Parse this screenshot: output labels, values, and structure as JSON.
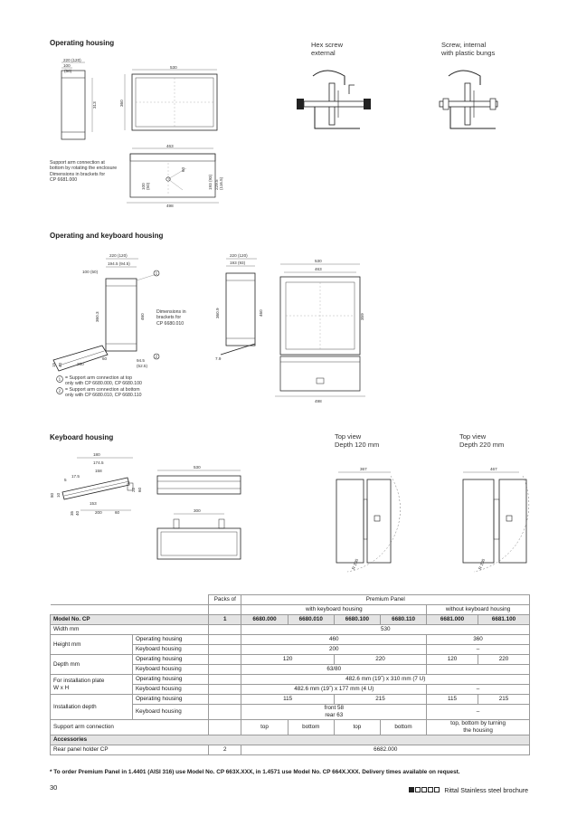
{
  "sections": {
    "operating": {
      "title": "Operating housing",
      "hex_label": "Hex screw\nexternal",
      "internal_label": "Screw, internal\nwith plastic bungs",
      "dims": {
        "d220": "220 (120)",
        "d100": "100\n(50)",
        "d313": "313",
        "d530": "530",
        "d360": "360",
        "d463": "463",
        "d498": "498",
        "d60": "60",
        "d100v": "100\n(50)",
        "d193": "193 (93)",
        "d229": "229.5\n(116.5)"
      },
      "note": "Support arm connection at\nbottom by rotating the enclosure\nDimensions in brackets for\nCP 6681.000"
    },
    "opkb": {
      "title": "Operating and keyboard housing",
      "dims": {
        "d220": "220 (120)",
        "d1945": "194.5 (94.5)",
        "d100": "100 (50)",
        "d3603": "360.3",
        "d460": "460",
        "d15": "15",
        "d40": "40",
        "d200": "200",
        "d60": "60",
        "d945": "94.5\n(52.5)",
        "r220": "220 (120)",
        "r193": "193 (93)",
        "r3609": "360.9",
        "r460": "460",
        "r79": "7.9",
        "f530": "530",
        "f463": "463",
        "f359": "359",
        "f498": "498"
      },
      "dim_note": "Dimensions in\nbrackets for\nCP 6680.010",
      "legend1_num": "1",
      "legend2_num": "2",
      "legend1": "= Support arm connection at top\nonly with CP 6680.000, CP 6680.100",
      "legend2": "= Support arm connection at bottom\nonly with CP 6680.010, CP 6680.110"
    },
    "keyboard": {
      "title": "Keyboard housing",
      "top120": "Top view\nDepth 120 mm",
      "top220": "Top view\nDepth 220 mm",
      "dims": {
        "d180": "180",
        "d1745": "174.5",
        "d158": "158",
        "d175": "17.5",
        "d5": "5",
        "d80": "80",
        "d10": "10",
        "d22": "22",
        "d153": "153",
        "d200": "200",
        "d60": "60",
        "d35": "35",
        "d40": "40",
        "d530": "530",
        "d300": "300",
        "d367": "367",
        "d467": "467",
        "dR1": "R 200",
        "dR2": "R 200"
      }
    }
  },
  "table": {
    "packs_of": "Packs of",
    "premium_panel": "Premium Panel",
    "with_kb": "with keyboard housing",
    "without_kb": "without keyboard housing",
    "model_label": "Model No. CP",
    "model_pack": "1",
    "models": [
      "6680.000",
      "6680.010",
      "6680.100",
      "6680.110",
      "6681.000",
      "6681.100"
    ],
    "width_label": "Width mm",
    "width_val": "530",
    "height_label": "Height mm",
    "op_housing": "Operating housing",
    "kb_housing": "Keyboard housing",
    "height_op": "460",
    "height_op_wo": "360",
    "height_kb": "200",
    "height_kb_wo": "–",
    "depth_label": "Depth mm",
    "depth_op": [
      "120",
      "220",
      "120",
      "220"
    ],
    "depth_kb": "63/80",
    "inst_label": "For installation plate\nW x H",
    "inst_op": "482.6 mm (19˝) x 310 mm (7 U)",
    "inst_kb": "482.6 mm (19˝) x 177 mm (4 U)",
    "inst_kb_wo": "–",
    "instdepth_label": "Installation depth",
    "instdepth_op": [
      "115",
      "215",
      "115",
      "215"
    ],
    "instdepth_kb": "front 58\nrear 63",
    "instdepth_kb_wo": "–",
    "support_label": "Support arm connection",
    "support_vals": [
      "top",
      "bottom",
      "top",
      "bottom"
    ],
    "support_wo": "top, bottom by turning\nthe housing",
    "accessories": "Accessories",
    "rear_label": "Rear panel holder CP",
    "rear_pack": "2",
    "rear_val": "6682.000"
  },
  "footnote": "* To order Premium Panel in 1.4401 (AISI 316) use Model No. CP 663X.XXX, in 1.4571 use Model No. CP 664X.XXX. Delivery times available on request.",
  "page_number": "30",
  "brand": "Rittal Stainless steel brochure"
}
